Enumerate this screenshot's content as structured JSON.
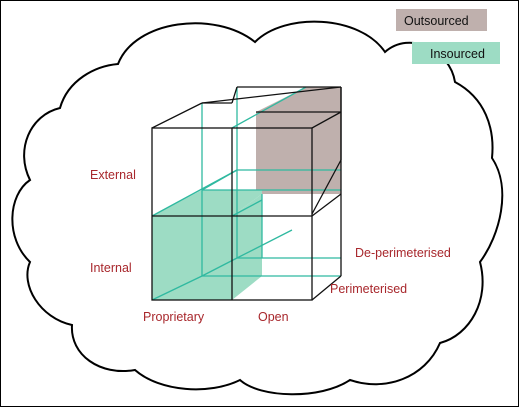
{
  "legend": {
    "outsourced": {
      "label": "Outsourced",
      "color": "#bfb0ad"
    },
    "insourced": {
      "label": "Insourced",
      "color": "#9ddcc4"
    }
  },
  "axes": {
    "vertical": {
      "top": "External",
      "bottom": "Internal"
    },
    "horizontal": {
      "left": "Proprietary",
      "right": "Open"
    },
    "depth": {
      "back": "De-perimeterised",
      "front": "Perimeterised"
    }
  },
  "colors": {
    "label_text": "#a8272c",
    "cube_edges": "#111111",
    "hidden_edges": "#2fb9a0",
    "cloud_outline": "#000000"
  }
}
